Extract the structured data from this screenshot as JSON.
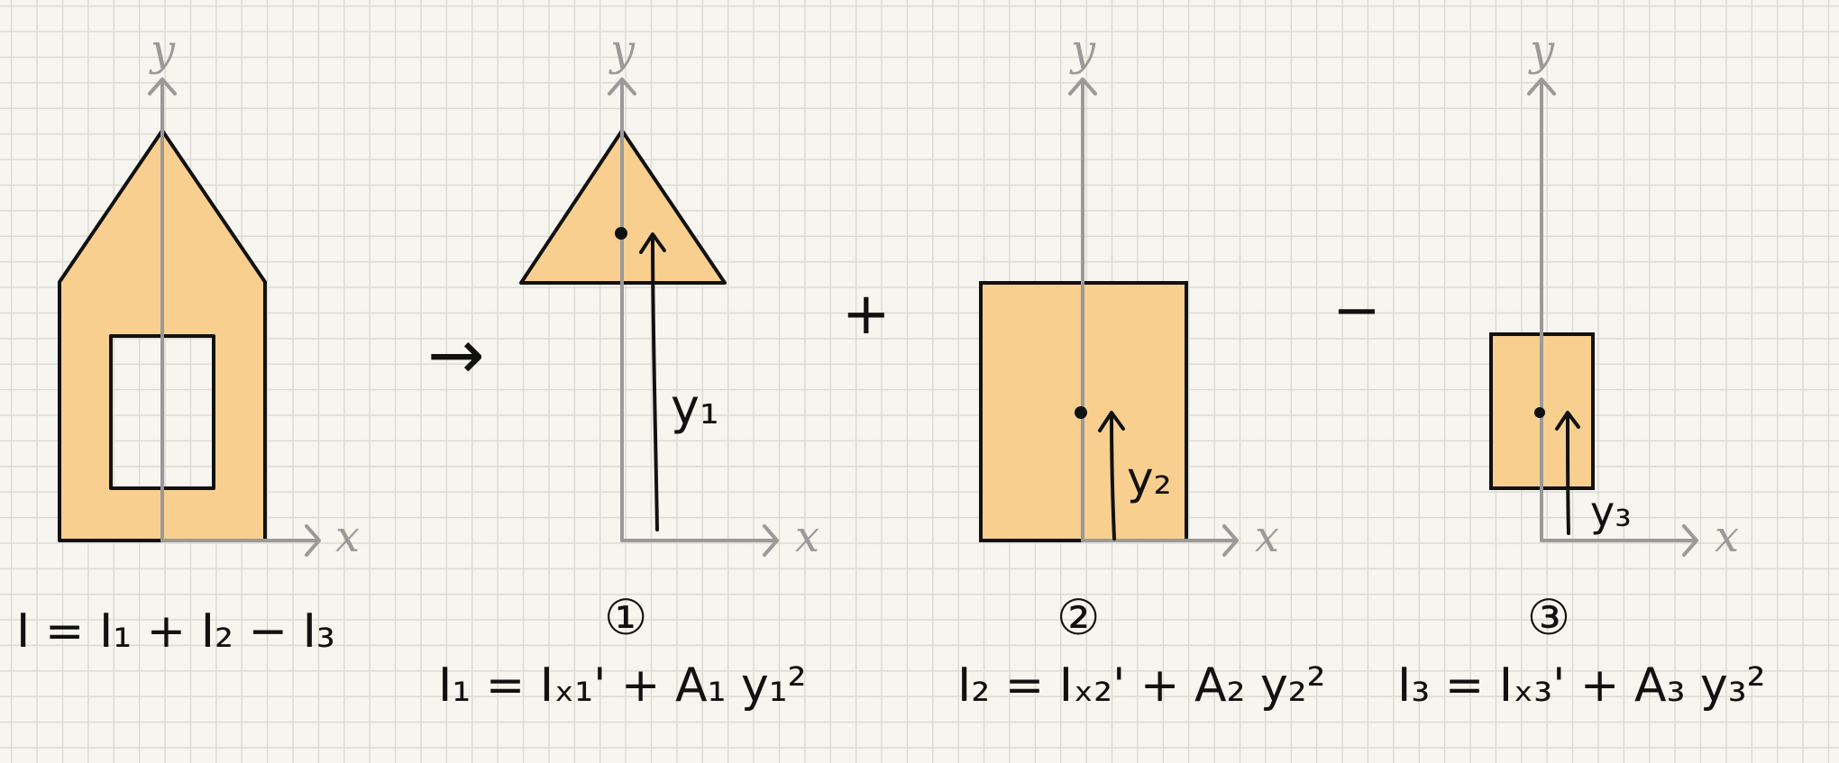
{
  "colors": {
    "shape_fill": "#f8cf8e",
    "axis": "#9a9a9a",
    "ink": "#111111",
    "grid": "#dcdad3"
  },
  "axes": {
    "y_label": "y",
    "x_label": "x"
  },
  "arrow_symbol": "→",
  "operators": {
    "plus": "+",
    "minus": "−"
  },
  "labels": {
    "y1": "y₁",
    "y2": "y₂",
    "y3": "y₃",
    "part1": "①",
    "part2": "②",
    "part3": "③"
  },
  "equations": {
    "total": "I = I₁ + I₂ − I₃",
    "eq1": "I₁ = Iₓ₁' + A₁ y₁²",
    "eq2": "I₂ = Iₓ₂' + A₂ y₂²",
    "eq3": "I₃ = Iₓ₃' + A₃ y₃²"
  }
}
